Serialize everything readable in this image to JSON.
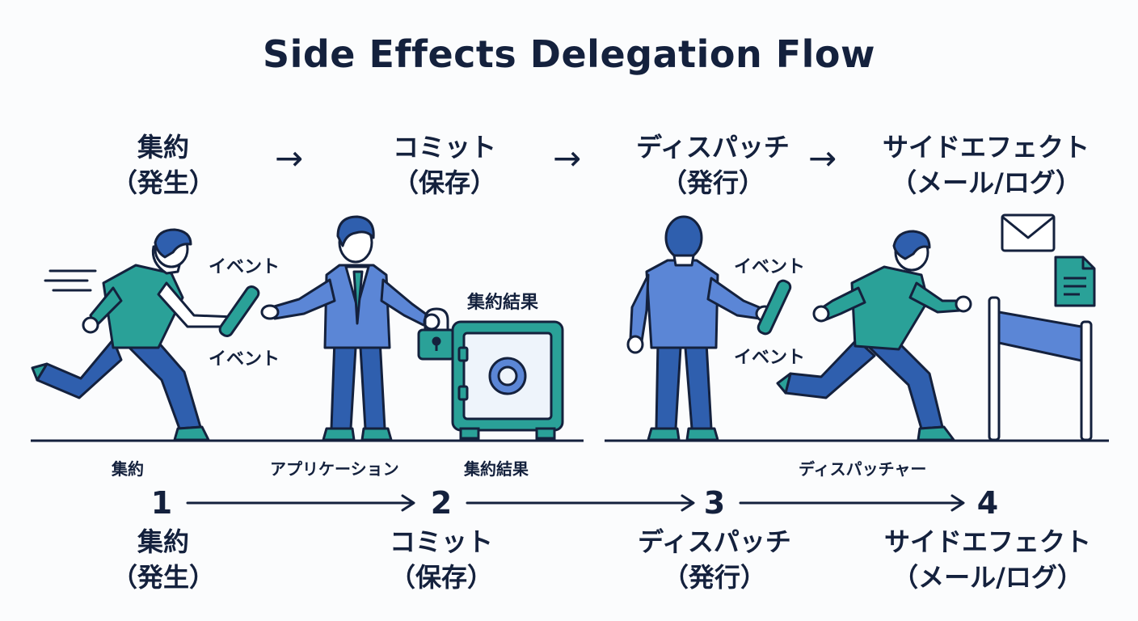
{
  "title": "Side Effects Delegation Flow",
  "top_stages": [
    {
      "line1": "集約",
      "line2": "（発生）"
    },
    {
      "line1": "コミット",
      "line2": "（保存）"
    },
    {
      "line1": "ディスパッチ",
      "line2": "（発行）"
    },
    {
      "line1": "サイドエフェクト",
      "line2": "（メール/ログ）"
    }
  ],
  "arrow_glyph": "→",
  "scene_labels": {
    "event_1a": "イベント",
    "event_1b": "イベント",
    "aggregate_result_top": "集約結果",
    "event_2a": "イベント",
    "event_2b": "イベント"
  },
  "ground_labels": {
    "aggregate": "集約",
    "application": "アプリケーション",
    "aggregate_result": "集約結果",
    "dispatcher": "ディスパッチャー"
  },
  "steps": [
    {
      "number": "1",
      "line1": "集約",
      "line2": "（発生）"
    },
    {
      "number": "2",
      "line1": "コミット",
      "line2": "（保存）"
    },
    {
      "number": "3",
      "line1": "ディスパッチ",
      "line2": "（発行）"
    },
    {
      "number": "4",
      "line1": "サイドエフェクト",
      "line2": "（メール/ログ）"
    }
  ],
  "colors": {
    "navy": "#14213d",
    "teal": "#2aa198",
    "blue": "#2f5fae",
    "light_blue": "#5b86d6"
  }
}
